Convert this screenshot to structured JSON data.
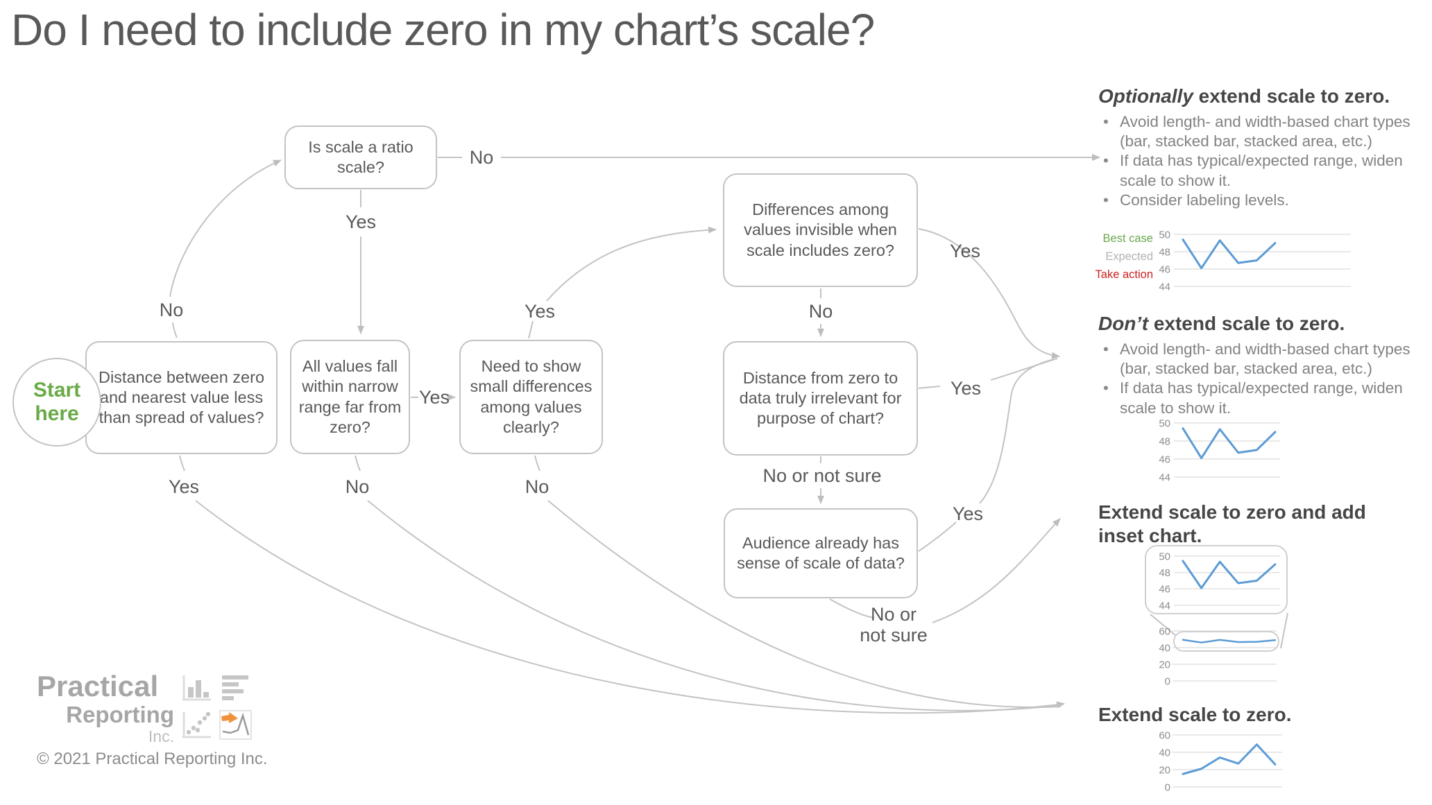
{
  "title": "Do I need to include zero in my chart’s scale?",
  "start": {
    "line1": "Start",
    "line2": "here"
  },
  "nodes": {
    "ratio": "Is scale a ratio scale?",
    "distance_between": "Distance between zero and nearest value less than spread of values?",
    "narrow_range": "All values fall within narrow range far from zero?",
    "small_diffs": "Need to show small differences among values clearly?",
    "diffs_invisible": "Differences among values invisible when scale includes zero?",
    "distance_irrelevant": "Distance from zero to data truly irrelevant for purpose of chart?",
    "audience_sense": "Audience already has sense of scale of data?"
  },
  "labels": {
    "to_ratio": "No",
    "ratio_no": "No",
    "ratio_yes": "Yes",
    "distance_between_yes": "Yes",
    "narrow_yes": "Yes",
    "narrow_no": "No",
    "small_yes": "Yes",
    "small_no": "No",
    "invisible_yes": "Yes",
    "invisible_no": "No",
    "irrelevant_yes": "Yes",
    "irrelevant_no": "No or not sure",
    "audience_yes": "Yes",
    "audience_no_line1": "No or",
    "audience_no_line2": "not sure"
  },
  "outcomes": {
    "optionally": {
      "title_em": "Optionally",
      "title_rest": " extend scale to zero.",
      "bullets": [
        "Avoid length- and width-based chart types (bar, stacked bar, stacked area, etc.)",
        "If data has typical/expected range, widen scale to show it.",
        "Consider labeling levels."
      ]
    },
    "dont": {
      "title_em": "Don’t",
      "title_rest": " extend scale to zero.",
      "bullets": [
        "Avoid length- and width-based chart types (bar, stacked bar, stacked area, etc.)",
        "If data has typical/expected range, widen scale to show it."
      ]
    },
    "inset": {
      "title": "Extend scale to zero and add inset chart."
    },
    "extend": {
      "title": "Extend scale to zero."
    }
  },
  "footer": {
    "logo_word1": "Practical",
    "logo_word2": "Reporting",
    "logo_word3": "Inc.",
    "copyright": "© 2021 Practical Reporting Inc."
  },
  "chart_data": [
    {
      "id": "optionally-chart",
      "type": "line",
      "y_ticks": [
        50,
        48,
        46,
        44
      ],
      "ylim": [
        44,
        50
      ],
      "values": [
        49.4,
        46.1,
        49.3,
        46.7,
        47,
        49
      ],
      "line_color": "#5b9bd5",
      "grid": true,
      "legend_position": "left",
      "level_labels": [
        {
          "text": "Best case",
          "color": "#6aa84f"
        },
        {
          "text": "Expected",
          "color": "#b3b3b3"
        },
        {
          "text": "Take action",
          "color": "#cc2222"
        }
      ]
    },
    {
      "id": "dont-chart",
      "type": "line",
      "y_ticks": [
        50,
        48,
        46,
        44
      ],
      "ylim": [
        44,
        50
      ],
      "values": [
        49.4,
        46.1,
        49.3,
        46.7,
        47,
        49
      ],
      "line_color": "#5b9bd5",
      "grid": true
    },
    {
      "id": "inset-zoom-chart",
      "type": "line",
      "y_ticks": [
        50,
        48,
        46,
        44
      ],
      "ylim": [
        44,
        50
      ],
      "values": [
        49.4,
        46.1,
        49.3,
        46.7,
        47,
        49
      ],
      "line_color": "#5b9bd5",
      "grid": true
    },
    {
      "id": "inset-full-chart",
      "type": "line",
      "y_ticks": [
        60,
        40,
        20,
        0
      ],
      "ylim": [
        0,
        60
      ],
      "values": [
        49.4,
        46.1,
        49.3,
        46.7,
        47,
        49
      ],
      "line_color": "#5b9bd5",
      "grid": true
    },
    {
      "id": "extend-chart",
      "type": "line",
      "y_ticks": [
        60,
        40,
        20,
        0
      ],
      "ylim": [
        0,
        60
      ],
      "values": [
        15,
        21,
        34,
        27,
        49,
        26
      ],
      "line_color": "#5b9bd5",
      "grid": true
    }
  ]
}
